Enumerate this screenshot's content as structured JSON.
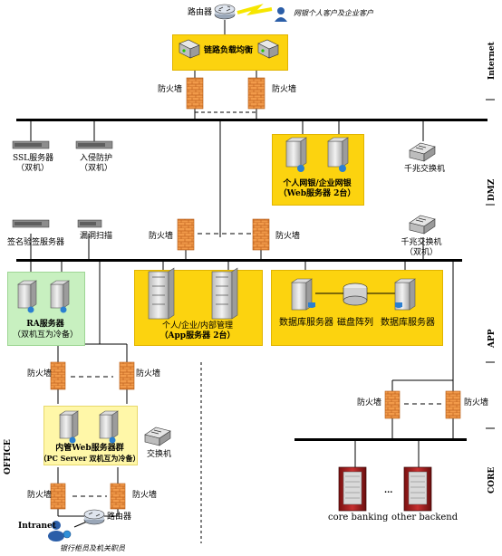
{
  "diagram": {
    "router_top": "路由器",
    "internet_clients": "网银个人客户及企业客户",
    "link_lb": "链路负载均衡",
    "firewall": "防火墙",
    "zone_internet": "Internet",
    "ssl_server": "SSL服务器",
    "ssl_sub": "（双机）",
    "ids": "入侵防护",
    "ids_sub": "（双机）",
    "web_line1": "个人网银/企业网银",
    "web_line2": "（Web服务器 2台）",
    "gig_switch": "千兆交换机",
    "zone_dmz": "DMZ",
    "sig_server": "签名验签服务器",
    "vuln_scan": "漏洞扫描",
    "gig_switch2": "千兆交换机",
    "gig_switch2_sub": "（双机）",
    "ra_line1": "RA服务器",
    "ra_line2": "（双机互为冷备）",
    "app_line1": "个人/企业/内部管理",
    "app_line2": "（App服务器 2台）",
    "db_server": "数据库服务器",
    "disk_array": "磁盘阵列",
    "zone_app": "APP",
    "office_web_line1": "内管Web服务器群",
    "office_web_line2": "（PC Server 双机互为冷备）",
    "switch": "交换机",
    "zone_office": "OFFICE",
    "router_bottom": "路由器",
    "intranet": "Intranet",
    "branch_staff": "银行柜员及机关职员",
    "core_banking": "core banking",
    "ellipsis": "...",
    "other_backend": "other backend",
    "zone_core": "CORE"
  }
}
